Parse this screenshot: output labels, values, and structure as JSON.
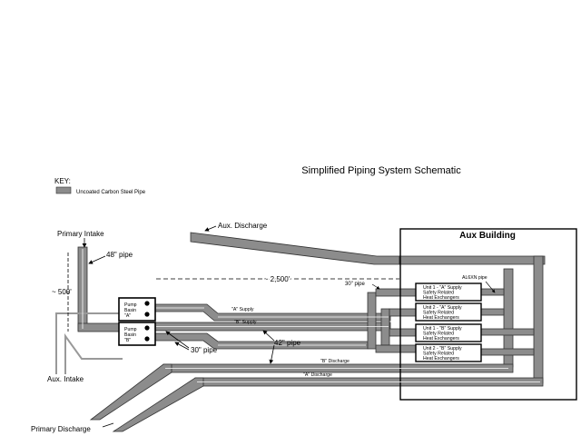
{
  "title": "Simplified Piping System Schematic",
  "key": {
    "heading": "KEY:",
    "item_label": "Uncoated Carbon Steel Pipe",
    "pipe_color": "#8c8c8c"
  },
  "labels": {
    "aux_building": "Aux Building",
    "primary_intake": "Primary Intake",
    "aux_intake": "Aux. Intake",
    "aux_discharge": "Aux. Discharge",
    "primary_discharge": "Primary Discharge",
    "pipe_48": "48\" pipe",
    "distance_500": "~ 500'",
    "distance_2500": "~ 2,500'",
    "pipe_30_top": "30\" pipe",
    "pipe_30_bottom": "30\" pipe",
    "pipe_42": "42\" pipe",
    "al6xn_pipe": "AL6XN pipe",
    "a_supply": "\"A\" Supply",
    "b_supply": "\"B\" Supply",
    "b_discharge": "\"B\" Discharge",
    "a_discharge": "\"A\" Discharge"
  },
  "pump_basins": [
    {
      "line1": "Pump",
      "line2": "Basin",
      "line3": "\"A\""
    },
    {
      "line1": "Pump",
      "line2": "Basin",
      "line3": "\"B\""
    }
  ],
  "heat_exchangers": [
    {
      "line1": "Unit 1 - \"A\" Supply",
      "line2": "Safety Related",
      "line3": "Heat Exchangers"
    },
    {
      "line1": "Unit 2 - \"A\" Supply",
      "line2": "Safety Related",
      "line3": "Heat Exchangers"
    },
    {
      "line1": "Unit 1 - \"B\" Supply",
      "line2": "Safety Related",
      "line3": "Heat Exchangers"
    },
    {
      "line1": "Unit 2 - \"B\" Supply",
      "line2": "Safety Related",
      "line3": "Heat Exchangers"
    }
  ],
  "colors": {
    "pipe_fill": "#8c8c8c",
    "pipe_stroke": "#333333",
    "line": "#000000",
    "background": "#ffffff"
  }
}
